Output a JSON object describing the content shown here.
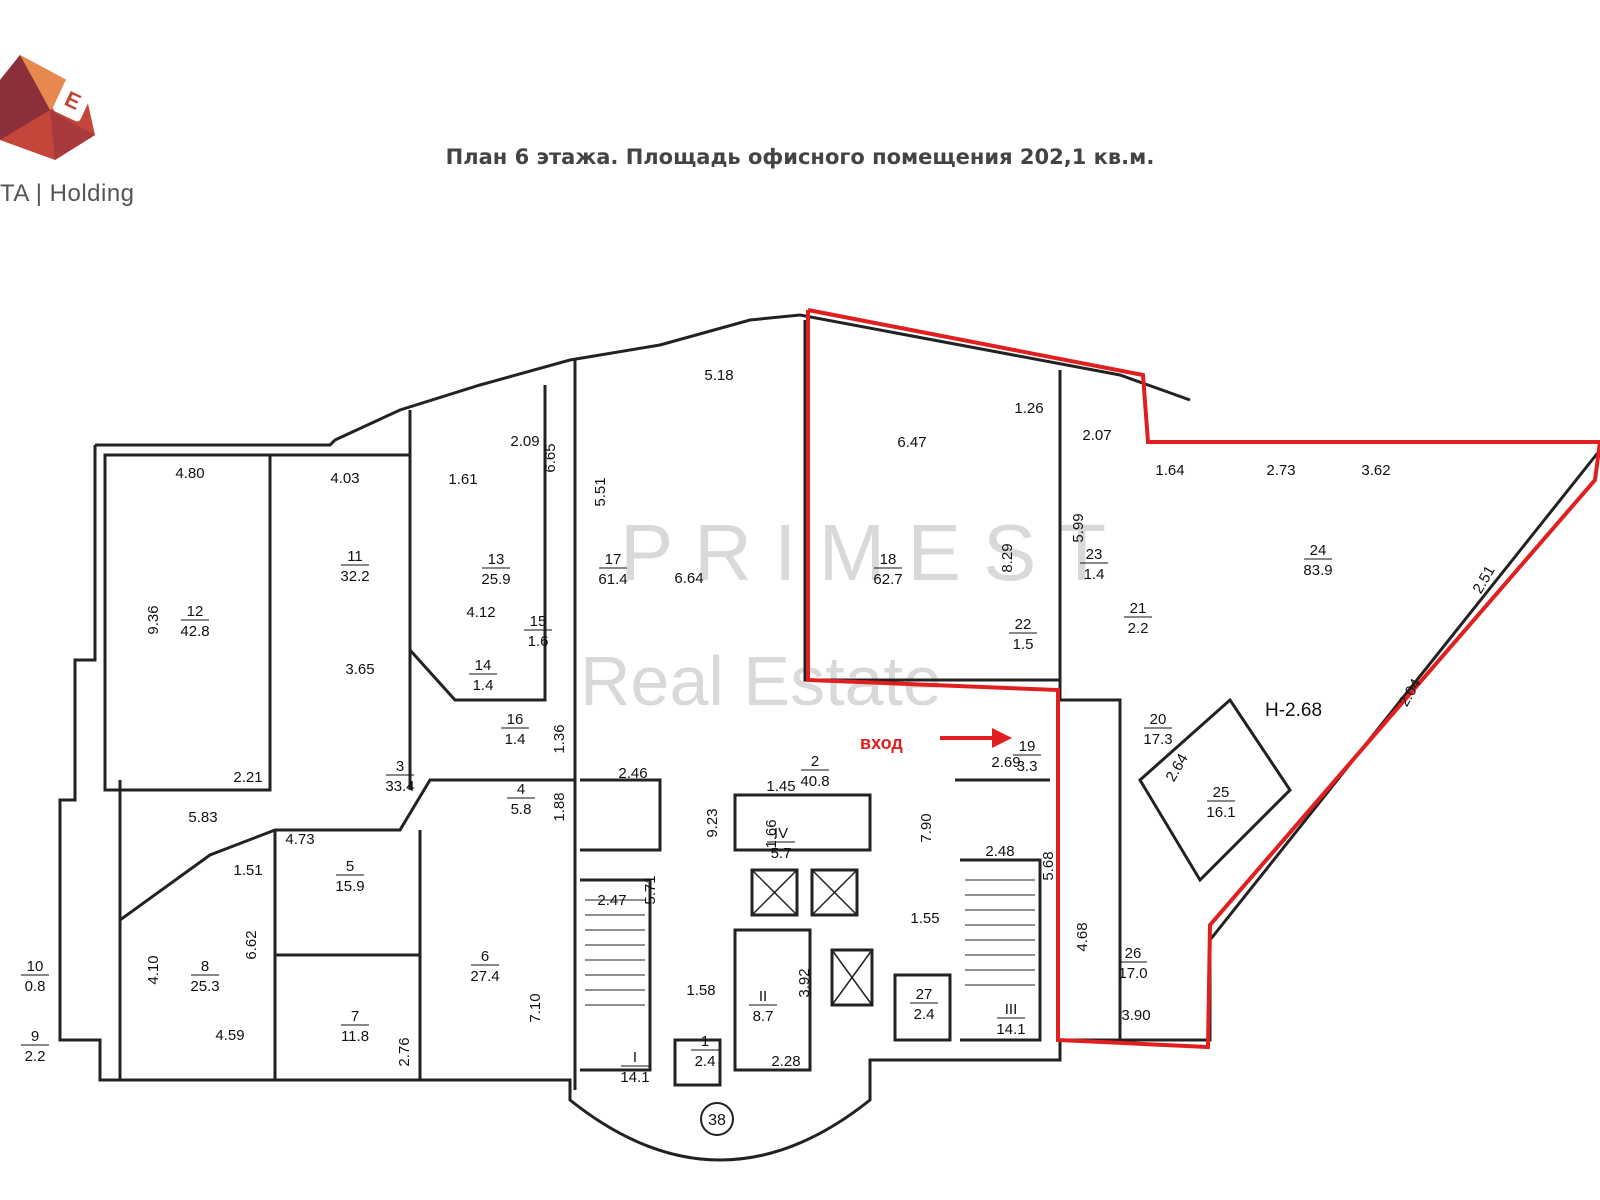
{
  "brand": {
    "text": "TA | Holding"
  },
  "title": "План 6 этажа. Площадь офисного помещения 202,1 кв.м.",
  "watermark": {
    "line1": "P R I M E  S T",
    "line2": "Real Estate"
  },
  "entrance": {
    "label": "вход",
    "color": "#e02020"
  },
  "colors": {
    "highlight": "#e02020",
    "walls": "#222222",
    "logo_dark": "#8b2f3a",
    "logo_mid": "#c4453a",
    "logo_light": "#e7884f"
  },
  "rooms": [
    {
      "no": "1",
      "area": "2.4"
    },
    {
      "no": "2",
      "area": "40.8"
    },
    {
      "no": "3",
      "area": "33.4"
    },
    {
      "no": "4",
      "area": "5.8"
    },
    {
      "no": "5",
      "area": "15.9"
    },
    {
      "no": "6",
      "area": "27.4"
    },
    {
      "no": "7",
      "area": "11.8"
    },
    {
      "no": "8",
      "area": "25.3"
    },
    {
      "no": "9",
      "area": "2.2"
    },
    {
      "no": "10",
      "area": "0.8"
    },
    {
      "no": "11",
      "area": "32.2"
    },
    {
      "no": "12",
      "area": "42.8"
    },
    {
      "no": "13",
      "area": "25.9"
    },
    {
      "no": "14",
      "area": "1.4"
    },
    {
      "no": "15",
      "area": "1.6"
    },
    {
      "no": "16",
      "area": "1.4"
    },
    {
      "no": "17",
      "area": "61.4"
    },
    {
      "no": "18",
      "area": "62.7"
    },
    {
      "no": "19",
      "area": "3.3"
    },
    {
      "no": "20",
      "area": "17.3"
    },
    {
      "no": "21",
      "area": "2.2"
    },
    {
      "no": "22",
      "area": "1.5"
    },
    {
      "no": "23",
      "area": "1.4"
    },
    {
      "no": "24",
      "area": "83.9"
    },
    {
      "no": "25",
      "area": "16.1"
    },
    {
      "no": "26",
      "area": "17.0"
    },
    {
      "no": "27",
      "area": "2.4"
    },
    {
      "no": "I",
      "area": "14.1"
    },
    {
      "no": "II",
      "area": "8.7"
    },
    {
      "no": "III",
      "area": "14.1"
    },
    {
      "no": "IV",
      "area": "5.7"
    }
  ],
  "dimensions": [
    "4.80",
    "4.03",
    "9.36",
    "3.65",
    "2.21",
    "5.83",
    "4.73",
    "1.51",
    "4.10",
    "4.59",
    "6.62",
    "2.76",
    "7.10",
    "1.61",
    "2.09",
    "6.65",
    "5.51",
    "4.12",
    "6.64",
    "5.18",
    "1.36",
    "1.88",
    "2.46",
    "2.47",
    "5.71",
    "9.23",
    "1.58",
    "1.45",
    "1.66",
    "3.92",
    "2.28",
    "6.47",
    "1.26",
    "8.29",
    "2.07",
    "5.99",
    "1.64",
    "2.73",
    "3.62",
    "2.51",
    "2.04",
    "2.69",
    "7.90",
    "2.48",
    "5.68",
    "1.55",
    "2.64",
    "4.68",
    "3.90"
  ],
  "ceiling_height": "Н-2.68",
  "axis_marker": "38"
}
